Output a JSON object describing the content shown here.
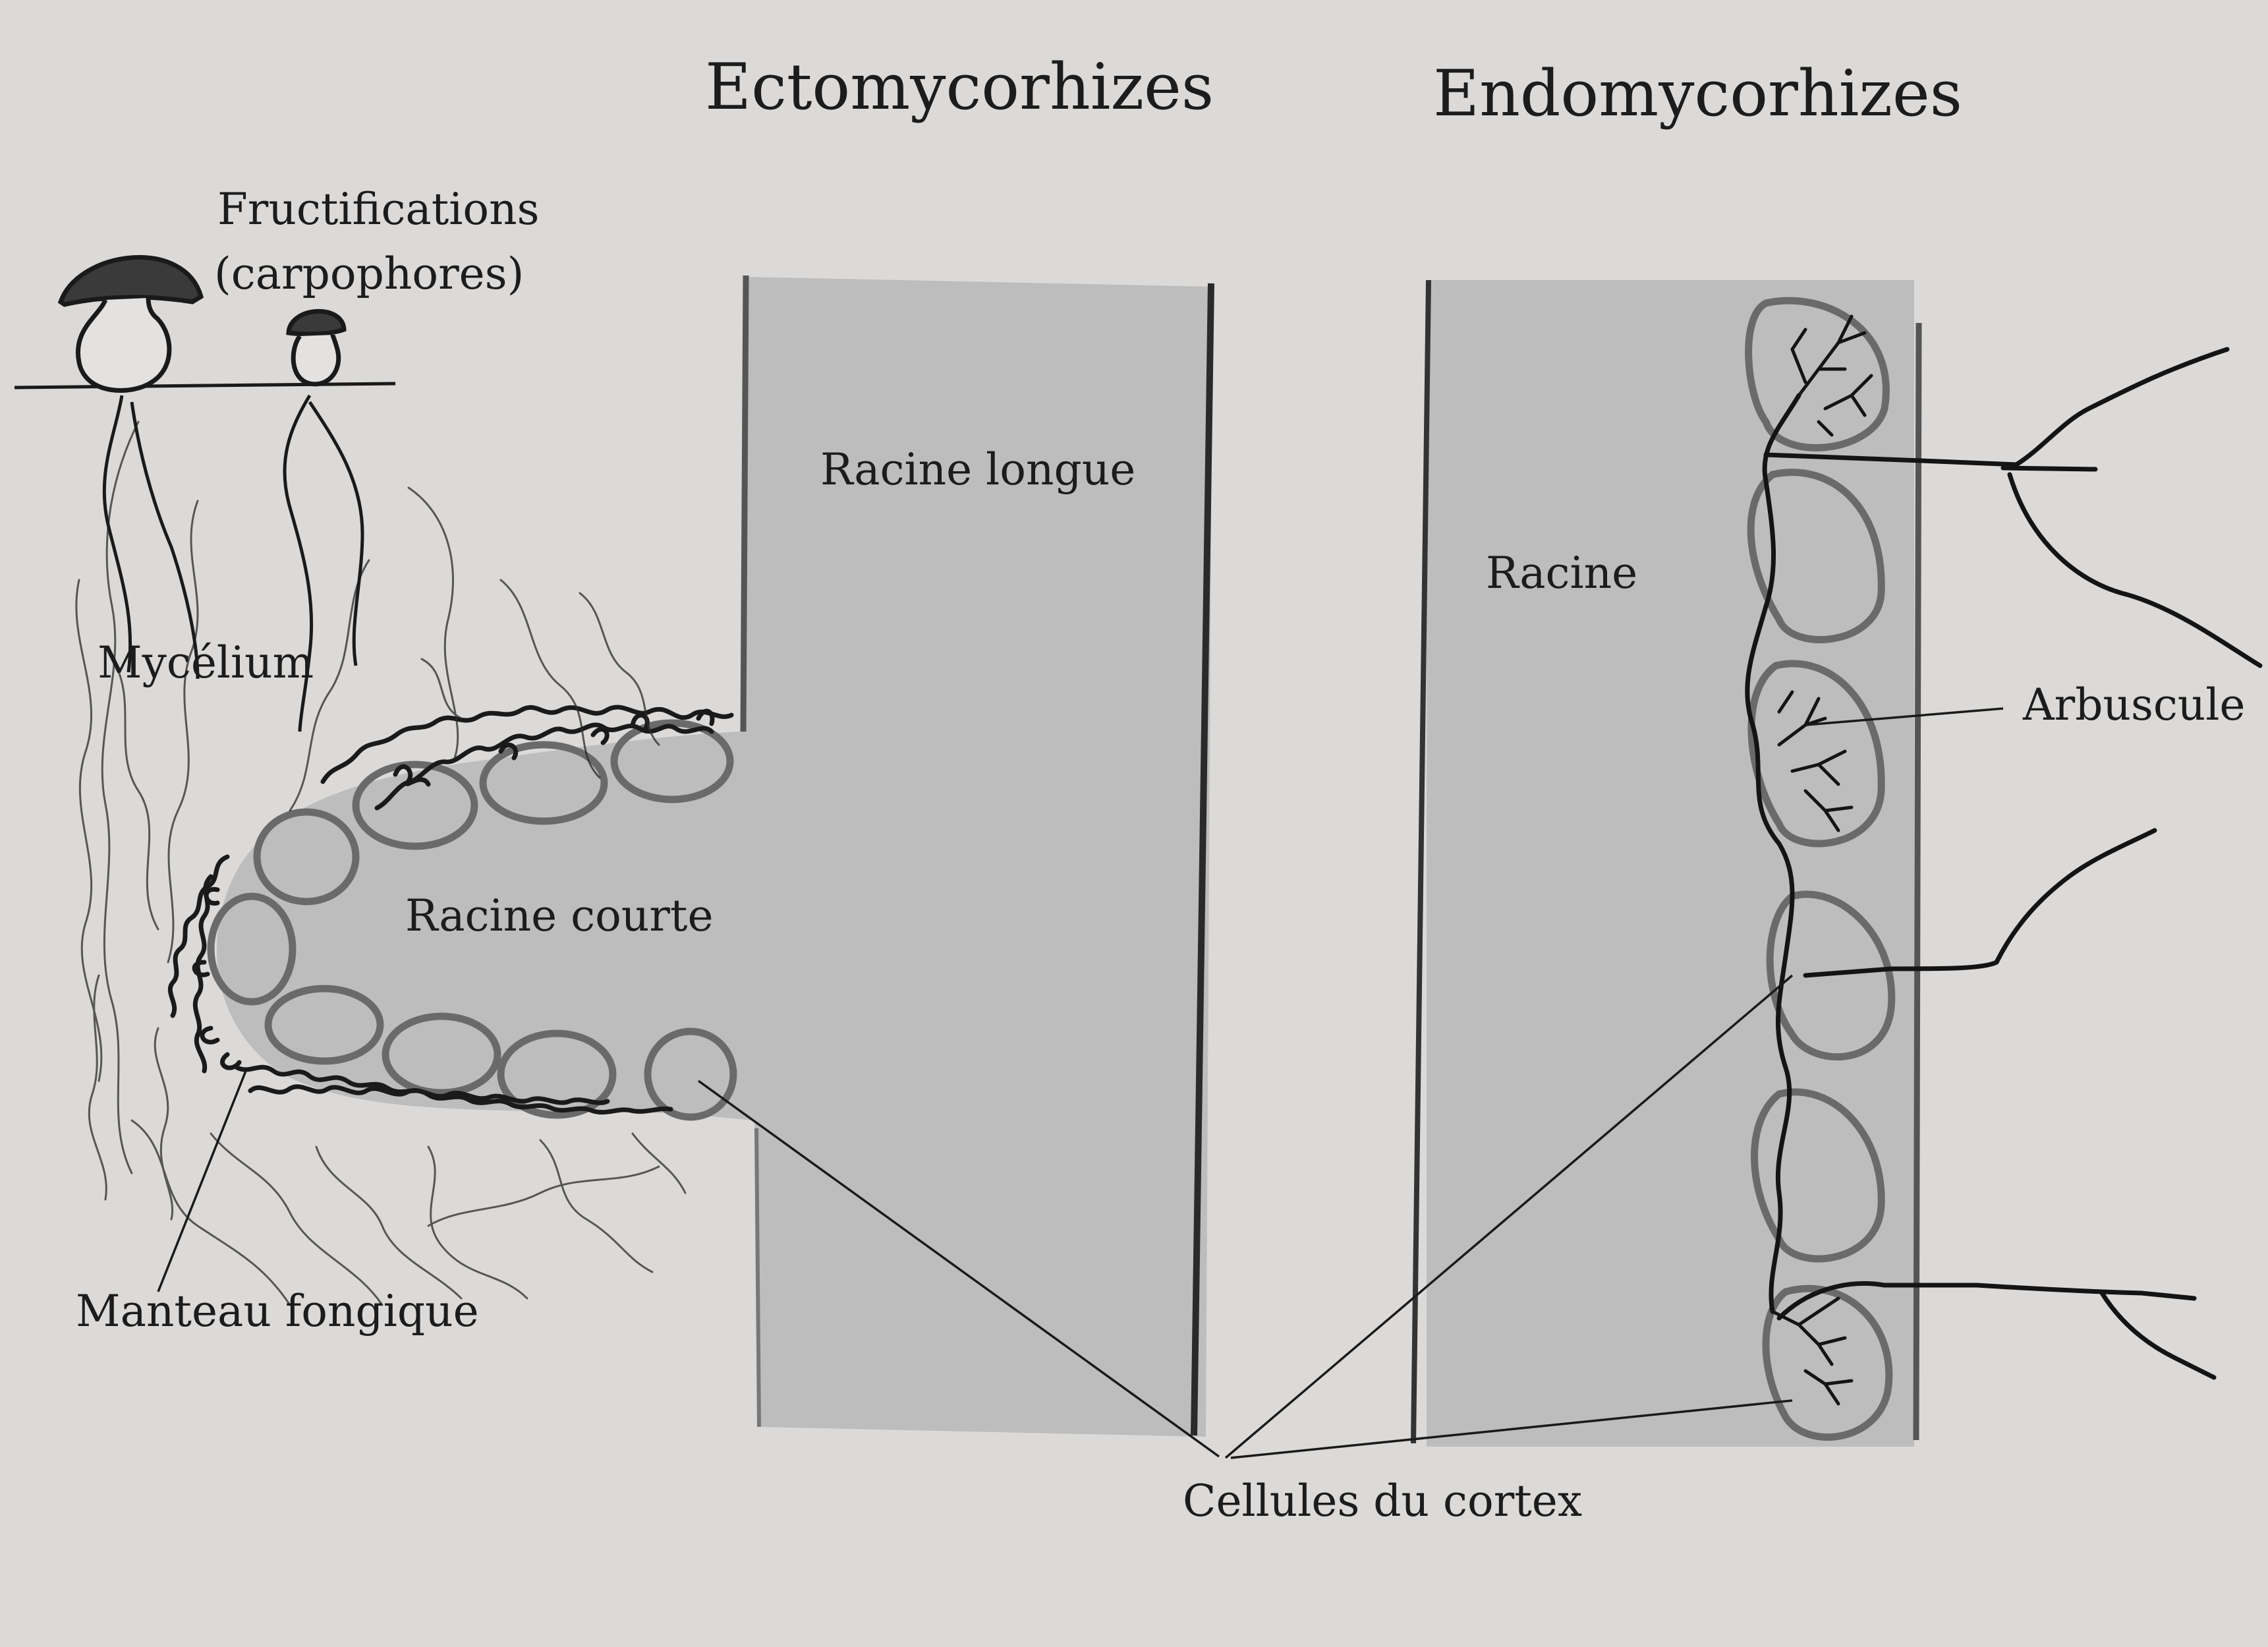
{
  "titles": {
    "ecto": "Ectomycorhizes",
    "endo": "Endomycorhizes"
  },
  "labels": {
    "fructifications_line1": "Fructifications",
    "fructifications_line2": "(carpophores)",
    "mycelium": "Mycélium",
    "racine_longue": "Racine longue",
    "racine_courte": "Racine courte",
    "racine": "Racine",
    "arbuscule": "Arbuscule",
    "manteau_fongique": "Manteau fongique",
    "cellules_du_cortex": "Cellules du cortex"
  },
  "colors": {
    "background": "#dcdad8",
    "root_fill": "#bdbdbd",
    "cell_stroke": "#6a6a6a",
    "line": "#1a1a1a"
  }
}
